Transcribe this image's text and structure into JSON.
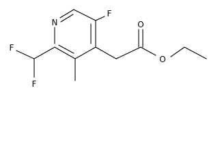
{
  "molecule": {
    "atom_labels": {
      "ring_n": "N",
      "ring_f": "F",
      "chf2_f_upper": "F",
      "chf2_f_lower": "F",
      "carbonyl_o": "O",
      "ester_o": "O"
    }
  },
  "colors": {
    "background": "#ffffff",
    "bond": "#000000",
    "text": "#000000"
  }
}
